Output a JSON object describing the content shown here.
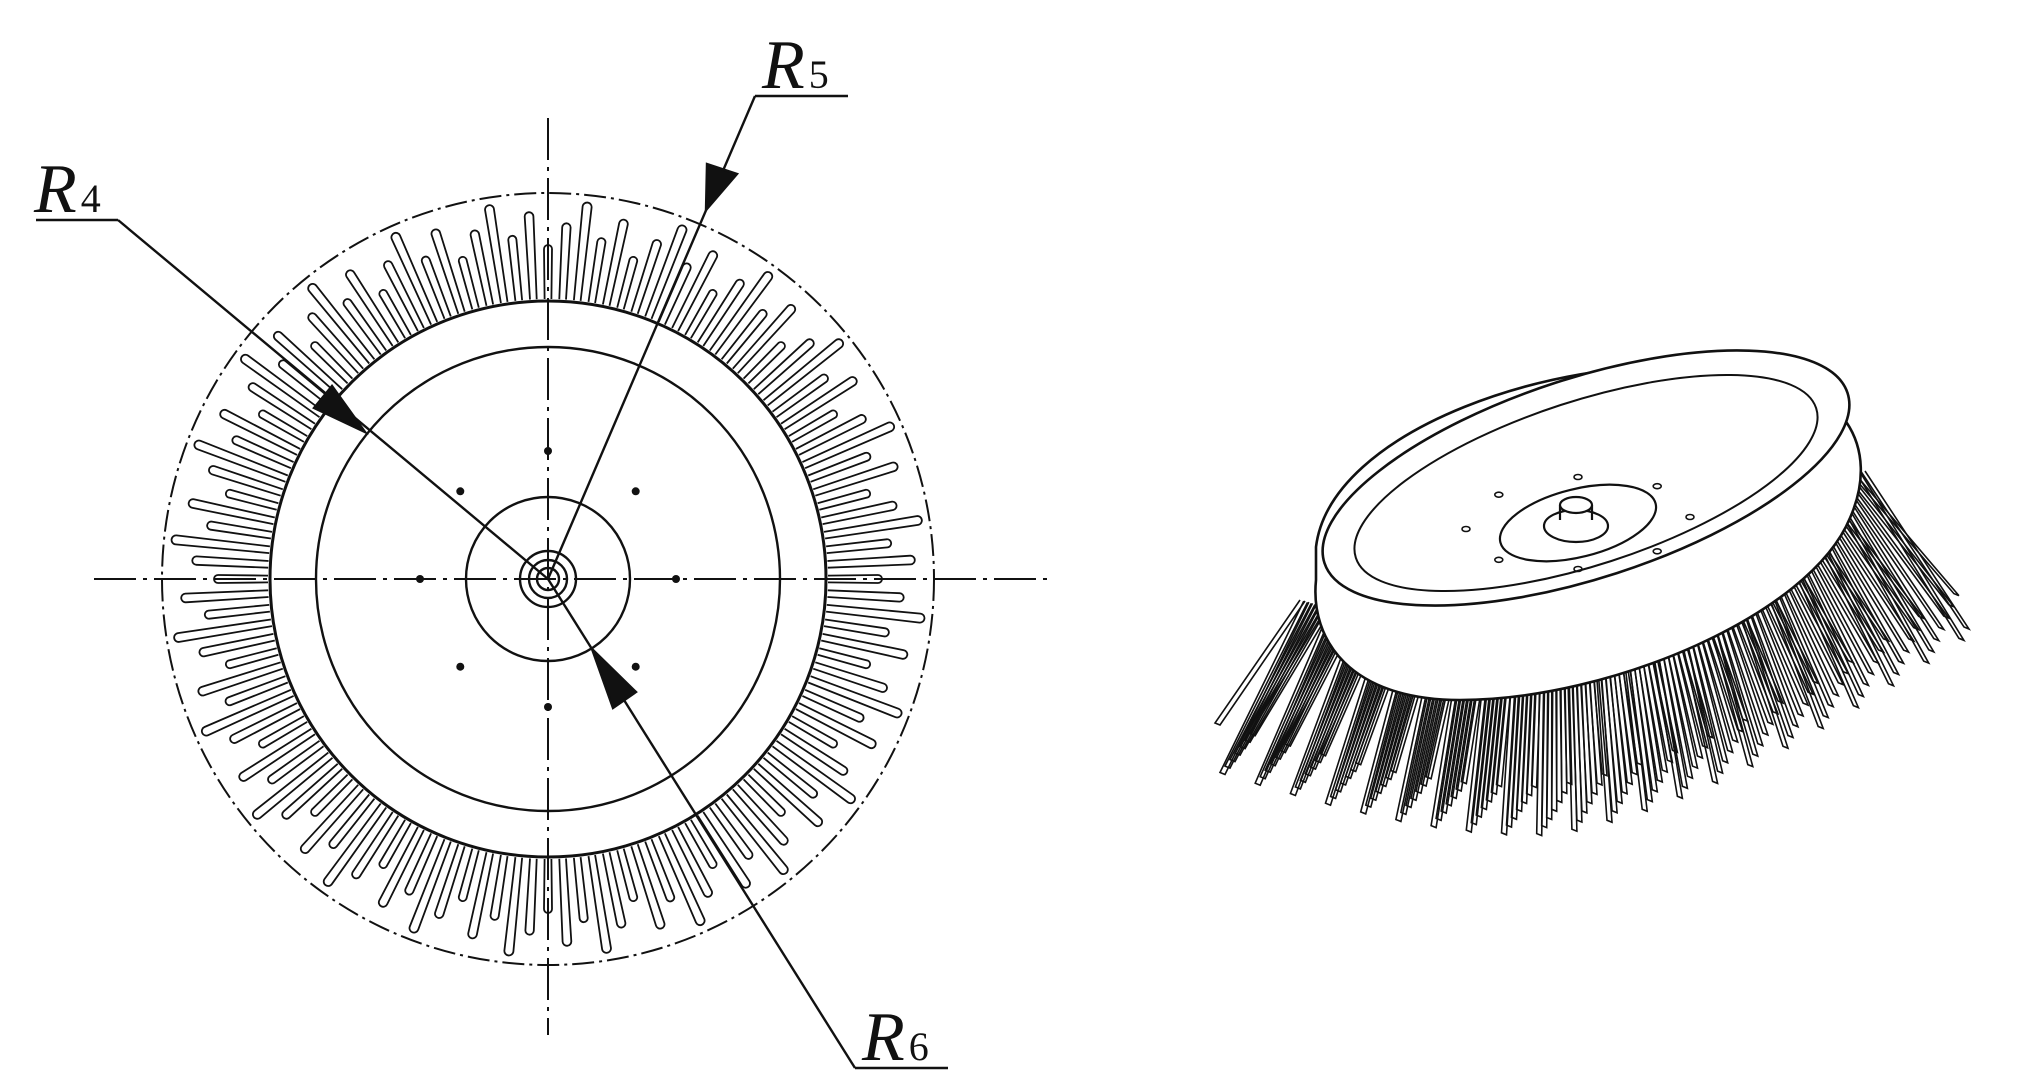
{
  "labels": {
    "r4": {
      "main": "R",
      "sub": "4"
    },
    "r5": {
      "main": "R",
      "sub": "5"
    },
    "r6": {
      "main": "R",
      "sub": "6"
    }
  },
  "colors": {
    "line": "#111111",
    "background": "#ffffff"
  }
}
